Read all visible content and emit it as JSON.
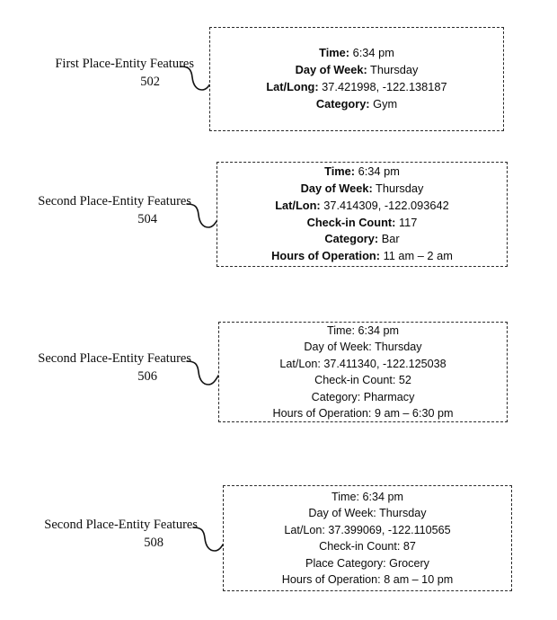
{
  "figure": {
    "title": "Place-Entity Features Figure",
    "background": "#ffffff",
    "line_color": "#131313",
    "box_border_color": "#2a2a2a"
  },
  "callouts": [
    {
      "label": "First Place-Entity Features",
      "ref": "502"
    },
    {
      "label": "Second Place-Entity Features",
      "ref": "504"
    },
    {
      "label": "Second Place-Entity Features",
      "ref": "506"
    },
    {
      "label": "Second Place-Entity Features",
      "ref": "508"
    }
  ],
  "boxes": [
    {
      "ref": "502",
      "bold_labels": true,
      "lines": [
        {
          "field": "Time:",
          "value": "6:34 pm"
        },
        {
          "field": "Day of Week:",
          "value": "Thursday"
        },
        {
          "field": "Lat/Long:",
          "value": "37.421998, -122.138187"
        },
        {
          "field": "Category:",
          "value": "Gym"
        }
      ]
    },
    {
      "ref": "504",
      "bold_labels": true,
      "lines": [
        {
          "field": "Time:",
          "value": "6:34 pm"
        },
        {
          "field": "Day of Week:",
          "value": "Thursday"
        },
        {
          "field": "Lat/Lon:",
          "value": "37.414309, -122.093642"
        },
        {
          "field": "Check-in Count:",
          "value": "117"
        },
        {
          "field": "Category:",
          "value": "Bar"
        },
        {
          "field": "Hours of Operation:",
          "value": "11 am – 2 am"
        }
      ]
    },
    {
      "ref": "506",
      "bold_labels": false,
      "lines": [
        {
          "field": "Time:",
          "value": "6:34 pm"
        },
        {
          "field": "Day of Week:",
          "value": "Thursday"
        },
        {
          "field": "Lat/Lon:",
          "value": "37.411340, -122.125038"
        },
        {
          "field": "Check-in Count:",
          "value": "52"
        },
        {
          "field": "Category:",
          "value": "Pharmacy"
        },
        {
          "field": "Hours of Operation:",
          "value": "9 am – 6:30 pm"
        }
      ]
    },
    {
      "ref": "508",
      "bold_labels": false,
      "lines": [
        {
          "field": "Time:",
          "value": "6:34 pm"
        },
        {
          "field": "Day of Week:",
          "value": "Thursday"
        },
        {
          "field": "Lat/Lon:",
          "value": "37.399069, -122.110565"
        },
        {
          "field": "Check-in Count:",
          "value": "87"
        },
        {
          "field": "Place Category:",
          "value": "Grocery"
        },
        {
          "field": "Hours of Operation:",
          "value": "8 am – 10 pm"
        }
      ]
    }
  ]
}
